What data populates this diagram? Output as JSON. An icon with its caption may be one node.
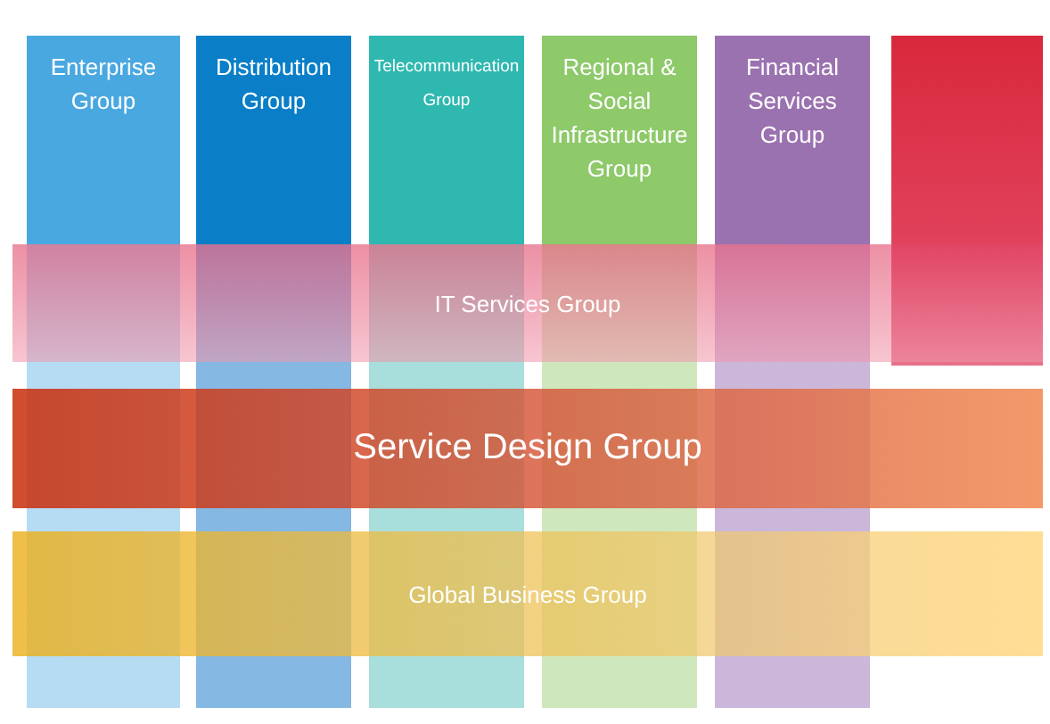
{
  "diagram": {
    "nodes": [
      {
        "text": [
          "Enterprise Group"
        ]
      },
      {
        "text": [
          "Distribution Group"
        ]
      },
      {
        "text": [
          "Telecommunication Group"
        ]
      },
      {
        "text": [
          "Regional & Social Infrastructure Group"
        ]
      },
      {
        "text": [
          "Financial Services Group"
        ]
      },
      {
        "text": [],
        "shape": "bar"
      },
      {
        "text": [
          "IT Services Group"
        ]
      },
      {
        "text": [
          "Service Design Group"
        ]
      },
      {
        "text": [
          "Global Business Group"
        ]
      }
    ]
  }
}
